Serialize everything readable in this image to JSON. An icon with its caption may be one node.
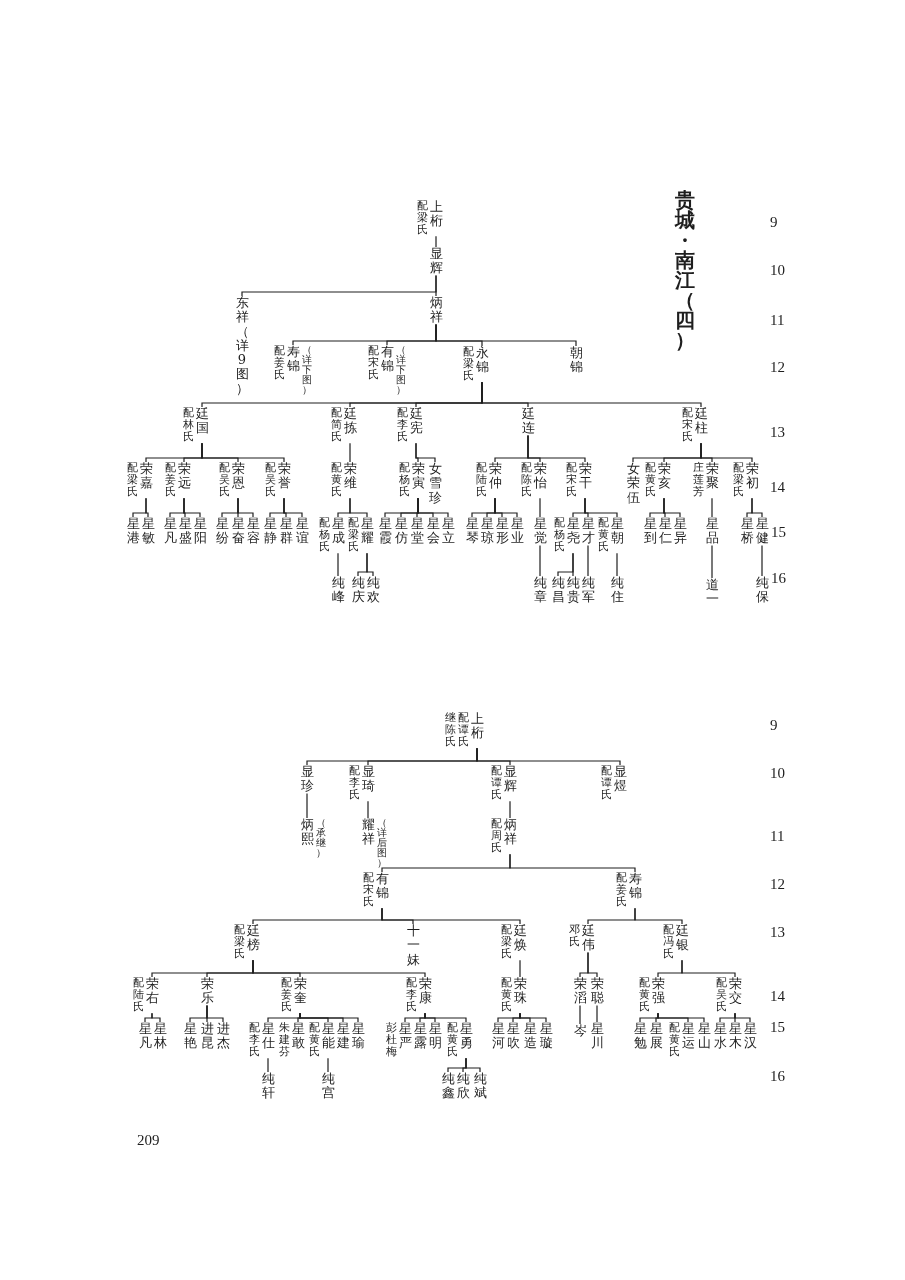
{
  "diagram": {
    "title": "贵城·南江（四）",
    "nodes": [
      {
        "text": [
          "配梁氏",
          "上桁"
        ]
      },
      {
        "text": [
          "显辉"
        ]
      },
      {
        "text": [
          "东祥（详9图）"
        ]
      },
      {
        "text": [
          "炳祥"
        ]
      },
      {
        "text": [
          "配姜氏",
          "寿锦"
        ],
        "beside": [
          "（详下图）"
        ]
      },
      {
        "text": [
          "配宋氏",
          "有锦"
        ],
        "beside": [
          "（详下图）"
        ]
      },
      {
        "text": [
          "配梁氏",
          "永锦"
        ]
      },
      {
        "text": [
          "朝锦"
        ]
      },
      {
        "text": [
          "配林氏",
          "廷国"
        ]
      },
      {
        "text": [
          "配简氏",
          "廷拣"
        ]
      },
      {
        "text": [
          "配李氏",
          "廷宪"
        ]
      },
      {
        "text": [
          "廷连"
        ]
      },
      {
        "text": [
          "配宋氏",
          "廷柱"
        ]
      },
      {
        "text": [
          "配梁氏",
          "荣嘉"
        ]
      },
      {
        "text": [
          "配姜氏",
          "荣远"
        ]
      },
      {
        "text": [
          "配吴氏",
          "荣恩"
        ]
      },
      {
        "text": [
          "配吴氏",
          "荣誉"
        ]
      },
      {
        "text": [
          "配黄氏",
          "荣维"
        ]
      },
      {
        "text": [
          "配杨氏",
          "荣寅"
        ]
      },
      {
        "text": [
          "女雪珍"
        ]
      },
      {
        "text": [
          "配陆氏",
          "荣仲"
        ]
      },
      {
        "text": [
          "配陈氏",
          "荣怡"
        ]
      },
      {
        "text": [
          "配宋氏",
          "荣干"
        ]
      },
      {
        "text": [
          "女荣伍"
        ]
      },
      {
        "text": [
          "配黄氏",
          "荣亥"
        ]
      },
      {
        "text": [
          "庄莲芳",
          "荣聚"
        ]
      },
      {
        "text": [
          "配梁氏",
          "荣初"
        ]
      },
      {
        "text": [
          "星港"
        ]
      },
      {
        "text": [
          "星敏"
        ]
      },
      {
        "text": [
          "星凡"
        ]
      },
      {
        "text": [
          "星盛"
        ]
      },
      {
        "text": [
          "星阳"
        ]
      },
      {
        "text": [
          "星纷"
        ]
      },
      {
        "text": [
          "星奋"
        ]
      },
      {
        "text": [
          "星容"
        ]
      },
      {
        "text": [
          "星静"
        ]
      },
      {
        "text": [
          "星群"
        ]
      },
      {
        "text": [
          "星谊"
        ]
      },
      {
        "text": [
          "配杨氏",
          "星成"
        ]
      },
      {
        "text": [
          "配梁氏",
          "星耀"
        ]
      },
      {
        "text": [
          "星霞"
        ]
      },
      {
        "text": [
          "星仿"
        ]
      },
      {
        "text": [
          "星堂"
        ]
      },
      {
        "text": [
          "星会"
        ]
      },
      {
        "text": [
          "星立"
        ]
      },
      {
        "text": [
          "星琴"
        ]
      },
      {
        "text": [
          "星琼"
        ]
      },
      {
        "text": [
          "星形"
        ]
      },
      {
        "text": [
          "星业"
        ]
      },
      {
        "text": [
          "星觉"
        ]
      },
      {
        "text": [
          "配杨氏",
          "星尧"
        ]
      },
      {
        "text": [
          "星才"
        ]
      },
      {
        "text": [
          "配黄氏",
          "星朝"
        ]
      },
      {
        "text": [
          "星到"
        ]
      },
      {
        "text": [
          "星仁"
        ]
      },
      {
        "text": [
          "星异"
        ]
      },
      {
        "text": [
          "星品"
        ]
      },
      {
        "text": [
          "星桥"
        ]
      },
      {
        "text": [
          "星健"
        ]
      },
      {
        "text": [
          "纯峰"
        ]
      },
      {
        "text": [
          "纯庆"
        ]
      },
      {
        "text": [
          "纯欢"
        ]
      },
      {
        "text": [
          "纯章"
        ]
      },
      {
        "text": [
          "纯昌"
        ]
      },
      {
        "text": [
          "纯贵"
        ]
      },
      {
        "text": [
          "纯军"
        ]
      },
      {
        "text": [
          "纯住"
        ]
      },
      {
        "text": [
          "道一"
        ]
      },
      {
        "text": [
          "纯保"
        ]
      },
      {
        "text": [
          "继陈氏",
          "配谭氏",
          "上桁"
        ]
      },
      {
        "text": [
          "显珍"
        ]
      },
      {
        "text": [
          "配李氏",
          "显琦"
        ]
      },
      {
        "text": [
          "配谭氏",
          "显辉"
        ]
      },
      {
        "text": [
          "配谭氏",
          "显煜"
        ]
      },
      {
        "text": [
          "炳熙"
        ],
        "beside": [
          "（承继）"
        ]
      },
      {
        "text": [
          "耀祥"
        ],
        "beside": [
          "（详后图）"
        ]
      },
      {
        "text": [
          "配周氏",
          "炳祥"
        ]
      },
      {
        "text": [
          "配宋氏",
          "有锦"
        ]
      },
      {
        "text": [
          "配姜氏",
          "寿锦"
        ]
      },
      {
        "text": [
          "配梁氏",
          "廷榜"
        ]
      },
      {
        "text": [
          "十一妹"
        ]
      },
      {
        "text": [
          "配梁氏",
          "廷焕"
        ]
      },
      {
        "text": [
          "邓氏",
          "廷伟"
        ]
      },
      {
        "text": [
          "配冯氏",
          "廷银"
        ]
      },
      {
        "text": [
          "配陆氏",
          "荣右"
        ]
      },
      {
        "text": [
          "荣乐"
        ]
      },
      {
        "text": [
          "配姜氏",
          "荣奎"
        ]
      },
      {
        "text": [
          "配李氏",
          "荣康"
        ]
      },
      {
        "text": [
          "配黄氏",
          "荣珠"
        ]
      },
      {
        "text": [
          "荣滔"
        ]
      },
      {
        "text": [
          "荣聪"
        ]
      },
      {
        "text": [
          "配黄氏",
          "荣强"
        ]
      },
      {
        "text": [
          "配吴氏",
          "荣交"
        ]
      },
      {
        "text": [
          "星凡"
        ]
      },
      {
        "text": [
          "星林"
        ]
      },
      {
        "text": [
          "星艳"
        ]
      },
      {
        "text": [
          "进昆"
        ]
      },
      {
        "text": [
          "进杰"
        ]
      },
      {
        "text": [
          "配李氏",
          "星仕"
        ]
      },
      {
        "text": [
          "朱建芬",
          "星敢"
        ]
      },
      {
        "text": [
          "配黄氏",
          "星能"
        ]
      },
      {
        "text": [
          "星建"
        ]
      },
      {
        "text": [
          "星瑜"
        ]
      },
      {
        "text": [
          "彭杜梅",
          "星严"
        ]
      },
      {
        "text": [
          "星露"
        ]
      },
      {
        "text": [
          "星明"
        ]
      },
      {
        "text": [
          "配黄氏",
          "星勇"
        ]
      },
      {
        "text": [
          "星河"
        ]
      },
      {
        "text": [
          "星吹"
        ]
      },
      {
        "text": [
          "星造"
        ]
      },
      {
        "text": [
          "星璇"
        ]
      },
      {
        "text": [
          "岑"
        ]
      },
      {
        "text": [
          "星川"
        ]
      },
      {
        "text": [
          "星勉"
        ]
      },
      {
        "text": [
          "星展"
        ]
      },
      {
        "text": [
          "配黄氏",
          "星运"
        ]
      },
      {
        "text": [
          "星山"
        ]
      },
      {
        "text": [
          "星水"
        ]
      },
      {
        "text": [
          "星木"
        ]
      },
      {
        "text": [
          "星汉"
        ]
      },
      {
        "text": [
          "纯轩"
        ]
      },
      {
        "text": [
          "纯宫"
        ]
      },
      {
        "text": [
          "纯鑫"
        ]
      },
      {
        "text": [
          "纯欣"
        ]
      },
      {
        "text": [
          "纯斌"
        ]
      }
    ],
    "edges": [
      {
        "from": 0,
        "to": 1,
        "arrow": "none"
      },
      {
        "from": 1,
        "to": 2,
        "arrow": "none"
      },
      {
        "from": 1,
        "to": 3,
        "arrow": "none"
      },
      {
        "from": 3,
        "to": 4,
        "arrow": "none"
      },
      {
        "from": 3,
        "to": 5,
        "arrow": "none"
      },
      {
        "from": 3,
        "to": 6,
        "arrow": "none"
      },
      {
        "from": 3,
        "to": 7,
        "arrow": "none"
      },
      {
        "from": 6,
        "to": 8,
        "arrow": "none"
      },
      {
        "from": 6,
        "to": 9,
        "arrow": "none"
      },
      {
        "from": 6,
        "to": 10,
        "arrow": "none"
      },
      {
        "from": 6,
        "to": 11,
        "arrow": "none"
      },
      {
        "from": 6,
        "to": 12,
        "arrow": "none"
      },
      {
        "from": 8,
        "to": 13,
        "arrow": "none"
      },
      {
        "from": 8,
        "to": 14,
        "arrow": "none"
      },
      {
        "from": 8,
        "to": 15,
        "arrow": "none"
      },
      {
        "from": 8,
        "to": 16,
        "arrow": "none"
      },
      {
        "from": 9,
        "to": 17,
        "arrow": "none"
      },
      {
        "from": 10,
        "to": 18,
        "arrow": "none"
      },
      {
        "from": 10,
        "to": 19,
        "arrow": "none"
      },
      {
        "from": 11,
        "to": 20,
        "arrow": "none"
      },
      {
        "from": 11,
        "to": 21,
        "arrow": "none"
      },
      {
        "from": 11,
        "to": 22,
        "arrow": "none"
      },
      {
        "from": 12,
        "to": 23,
        "arrow": "none"
      },
      {
        "from": 12,
        "to": 24,
        "arrow": "none"
      },
      {
        "from": 12,
        "to": 25,
        "arrow": "none"
      },
      {
        "from": 12,
        "to": 26,
        "arrow": "none"
      },
      {
        "from": 13,
        "to": 27,
        "arrow": "none"
      },
      {
        "from": 13,
        "to": 28,
        "arrow": "none"
      },
      {
        "from": 14,
        "to": 29,
        "arrow": "none"
      },
      {
        "from": 14,
        "to": 30,
        "arrow": "none"
      },
      {
        "from": 14,
        "to": 31,
        "arrow": "none"
      },
      {
        "from": 15,
        "to": 32,
        "arrow": "none"
      },
      {
        "from": 15,
        "to": 33,
        "arrow": "none"
      },
      {
        "from": 15,
        "to": 34,
        "arrow": "none"
      },
      {
        "from": 16,
        "to": 35,
        "arrow": "none"
      },
      {
        "from": 16,
        "to": 36,
        "arrow": "none"
      },
      {
        "from": 16,
        "to": 37,
        "arrow": "none"
      },
      {
        "from": 17,
        "to": 38,
        "arrow": "none"
      },
      {
        "from": 17,
        "to": 39,
        "arrow": "none"
      },
      {
        "from": 18,
        "to": 40,
        "arrow": "none"
      },
      {
        "from": 18,
        "to": 41,
        "arrow": "none"
      },
      {
        "from": 18,
        "to": 42,
        "arrow": "none"
      },
      {
        "from": 18,
        "to": 43,
        "arrow": "none"
      },
      {
        "from": 18,
        "to": 44,
        "arrow": "none"
      },
      {
        "from": 20,
        "to": 45,
        "arrow": "none"
      },
      {
        "from": 20,
        "to": 46,
        "arrow": "none"
      },
      {
        "from": 20,
        "to": 47,
        "arrow": "none"
      },
      {
        "from": 20,
        "to": 48,
        "arrow": "none"
      },
      {
        "from": 21,
        "to": 49,
        "arrow": "none"
      },
      {
        "from": 22,
        "to": 50,
        "arrow": "none"
      },
      {
        "from": 22,
        "to": 51,
        "arrow": "none"
      },
      {
        "from": 22,
        "to": 52,
        "arrow": "none"
      },
      {
        "from": 24,
        "to": 53,
        "arrow": "none"
      },
      {
        "from": 24,
        "to": 54,
        "arrow": "none"
      },
      {
        "from": 24,
        "to": 55,
        "arrow": "none"
      },
      {
        "from": 25,
        "to": 56,
        "arrow": "none"
      },
      {
        "from": 26,
        "to": 57,
        "arrow": "none"
      },
      {
        "from": 26,
        "to": 58,
        "arrow": "none"
      },
      {
        "from": 38,
        "to": 59,
        "arrow": "none"
      },
      {
        "from": 39,
        "to": 60,
        "arrow": "none"
      },
      {
        "from": 39,
        "to": 61,
        "arrow": "none"
      },
      {
        "from": 49,
        "to": 62,
        "arrow": "none"
      },
      {
        "from": 50,
        "to": 63,
        "arrow": "none"
      },
      {
        "from": 50,
        "to": 64,
        "arrow": "none"
      },
      {
        "from": 51,
        "to": 65,
        "arrow": "none"
      },
      {
        "from": 52,
        "to": 66,
        "arrow": "none"
      },
      {
        "from": 56,
        "to": 67,
        "arrow": "none"
      },
      {
        "from": 58,
        "to": 68,
        "arrow": "none"
      },
      {
        "from": 69,
        "to": 70,
        "arrow": "none"
      },
      {
        "from": 69,
        "to": 71,
        "arrow": "none"
      },
      {
        "from": 69,
        "to": 72,
        "arrow": "none"
      },
      {
        "from": 69,
        "to": 73,
        "arrow": "none"
      },
      {
        "from": 70,
        "to": 74,
        "arrow": "none"
      },
      {
        "from": 71,
        "to": 75,
        "arrow": "none"
      },
      {
        "from": 72,
        "to": 76,
        "arrow": "none"
      },
      {
        "from": 76,
        "to": 77,
        "arrow": "none"
      },
      {
        "from": 76,
        "to": 78,
        "arrow": "none"
      },
      {
        "from": 77,
        "to": 79,
        "arrow": "none"
      },
      {
        "from": 77,
        "to": 80,
        "arrow": "none"
      },
      {
        "from": 77,
        "to": 81,
        "arrow": "none"
      },
      {
        "from": 78,
        "to": 82,
        "arrow": "none"
      },
      {
        "from": 78,
        "to": 83,
        "arrow": "none"
      },
      {
        "from": 79,
        "to": 84,
        "arrow": "none"
      },
      {
        "from": 79,
        "to": 85,
        "arrow": "none"
      },
      {
        "from": 79,
        "to": 86,
        "arrow": "none"
      },
      {
        "from": 79,
        "to": 87,
        "arrow": "none"
      },
      {
        "from": 81,
        "to": 88,
        "arrow": "none"
      },
      {
        "from": 82,
        "to": 89,
        "arrow": "none"
      },
      {
        "from": 82,
        "to": 90,
        "arrow": "none"
      },
      {
        "from": 83,
        "to": 91,
        "arrow": "none"
      },
      {
        "from": 83,
        "to": 92,
        "arrow": "none"
      },
      {
        "from": 84,
        "to": 93,
        "arrow": "none"
      },
      {
        "from": 84,
        "to": 94,
        "arrow": "none"
      },
      {
        "from": 85,
        "to": 95,
        "arrow": "none"
      },
      {
        "from": 85,
        "to": 96,
        "arrow": "none"
      },
      {
        "from": 85,
        "to": 97,
        "arrow": "none"
      },
      {
        "from": 86,
        "to": 98,
        "arrow": "none"
      },
      {
        "from": 86,
        "to": 99,
        "arrow": "none"
      },
      {
        "from": 86,
        "to": 100,
        "arrow": "none"
      },
      {
        "from": 86,
        "to": 101,
        "arrow": "none"
      },
      {
        "from": 86,
        "to": 102,
        "arrow": "none"
      },
      {
        "from": 87,
        "to": 103,
        "arrow": "none"
      },
      {
        "from": 87,
        "to": 104,
        "arrow": "none"
      },
      {
        "from": 87,
        "to": 105,
        "arrow": "none"
      },
      {
        "from": 87,
        "to": 106,
        "arrow": "none"
      },
      {
        "from": 88,
        "to": 107,
        "arrow": "none"
      },
      {
        "from": 88,
        "to": 108,
        "arrow": "none"
      },
      {
        "from": 88,
        "to": 109,
        "arrow": "none"
      },
      {
        "from": 88,
        "to": 110,
        "arrow": "none"
      },
      {
        "from": 89,
        "to": 111,
        "arrow": "none"
      },
      {
        "from": 90,
        "to": 112,
        "arrow": "none"
      },
      {
        "from": 91,
        "to": 113,
        "arrow": "none"
      },
      {
        "from": 91,
        "to": 114,
        "arrow": "none"
      },
      {
        "from": 91,
        "to": 115,
        "arrow": "none"
      },
      {
        "from": 91,
        "to": 116,
        "arrow": "none"
      },
      {
        "from": 92,
        "to": 117,
        "arrow": "none"
      },
      {
        "from": 92,
        "to": 118,
        "arrow": "none"
      },
      {
        "from": 92,
        "to": 119,
        "arrow": "none"
      },
      {
        "from": 98,
        "to": 120,
        "arrow": "none"
      },
      {
        "from": 100,
        "to": 121,
        "arrow": "none"
      },
      {
        "from": 106,
        "to": 122,
        "arrow": "none"
      },
      {
        "from": 106,
        "to": 123,
        "arrow": "none"
      },
      {
        "from": 106,
        "to": 124,
        "arrow": "none"
      }
    ],
    "labels": [
      "9",
      "10",
      "11",
      "12",
      "13",
      "14",
      "15",
      "16",
      "9",
      "10",
      "11",
      "12",
      "13",
      "14",
      "15",
      "16",
      "209"
    ]
  }
}
